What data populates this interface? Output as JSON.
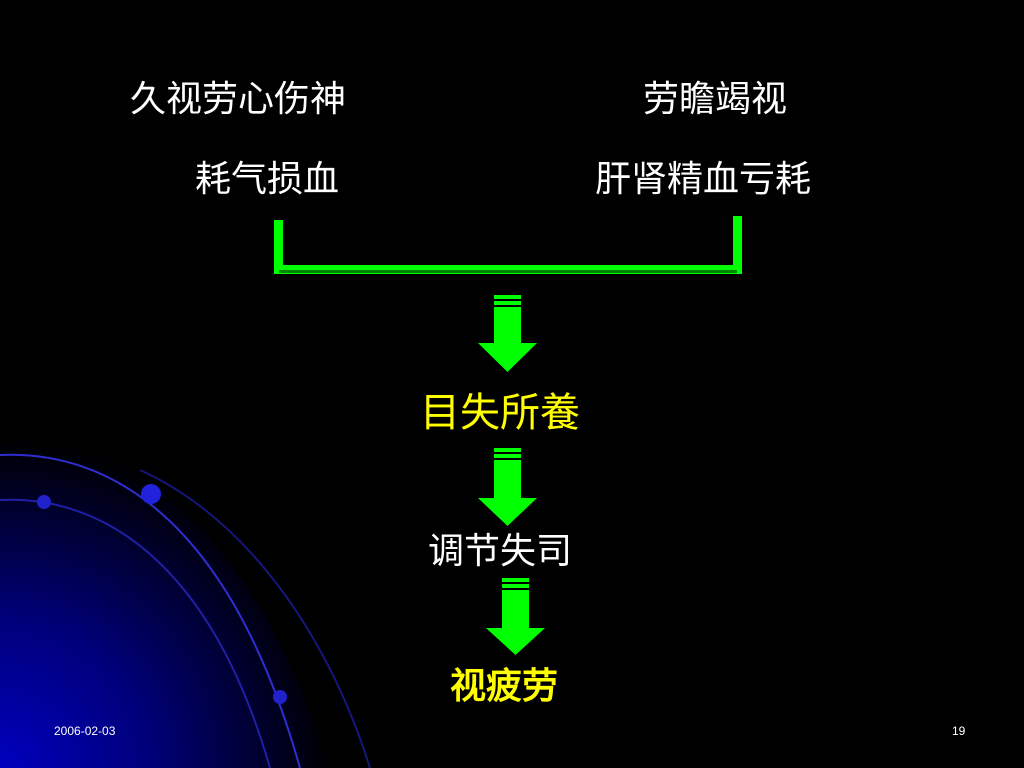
{
  "slide": {
    "left_col": {
      "line1": "久视劳心伤神",
      "line2": "耗气损血"
    },
    "right_col": {
      "line1": "劳瞻竭视",
      "line2": "肝肾精血亏耗"
    },
    "step1": "目失所養",
    "step2": "调节失司",
    "result": "视疲劳",
    "footer": {
      "date": "2006-02-03",
      "page": "19"
    }
  },
  "colors": {
    "background": "#000000",
    "text_primary": "#ffffff",
    "text_highlight": "#ffff00",
    "connector": "#00ff00",
    "decor_blue": "#0000cc"
  },
  "icons": [
    "down-arrow-icon",
    "bracket-connector"
  ]
}
